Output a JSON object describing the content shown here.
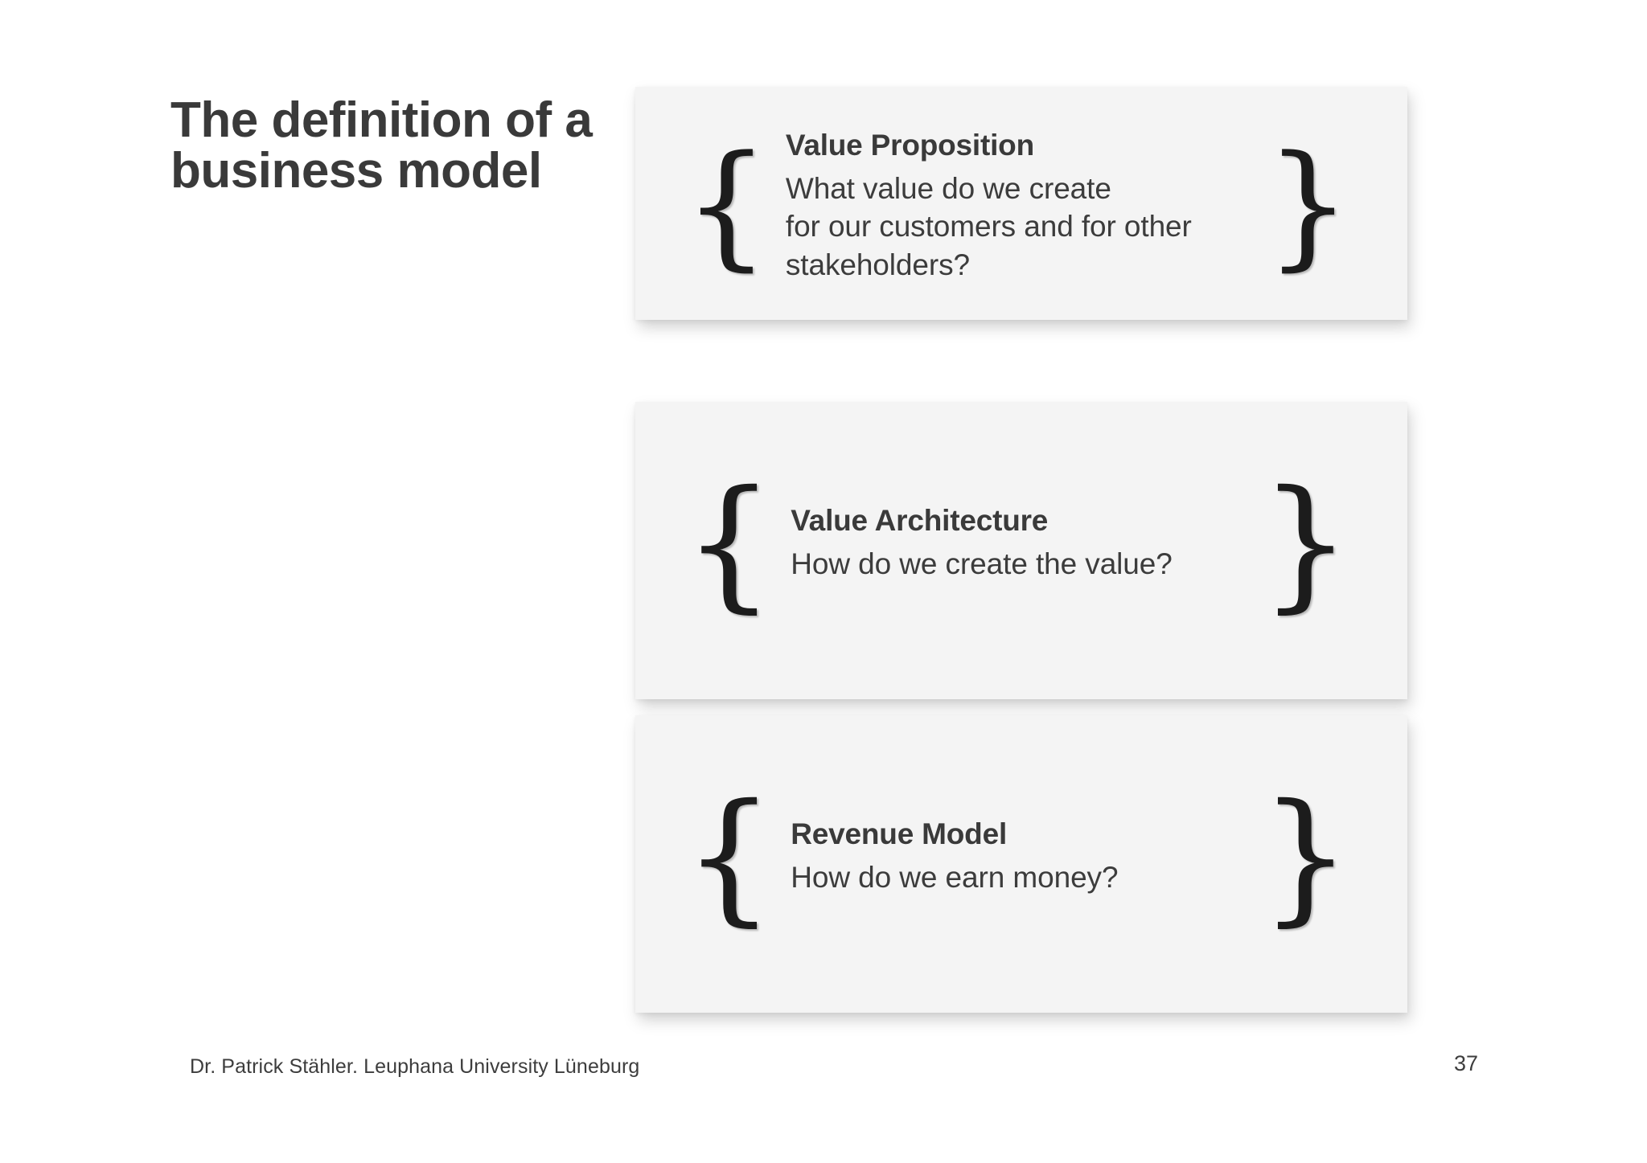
{
  "slide": {
    "title": "The definition of a\nbusiness model",
    "title_color": "#3a3a3a",
    "background_color": "#ffffff",
    "card_color": "#f4f4f4",
    "brace_color": "#1c1c1c"
  },
  "cards": [
    {
      "id": "value-proposition",
      "heading": "Value Proposition",
      "body": "What value do we create\nfor our customers and for other\nstakeholders?",
      "brace_open": "{",
      "brace_close": "}"
    },
    {
      "id": "value-architecture",
      "heading": "Value Architecture",
      "body": "How do we create the value?",
      "brace_open": "{",
      "brace_close": "}"
    },
    {
      "id": "revenue-model",
      "heading": "Revenue Model",
      "body": "How do we earn money?",
      "brace_open": "{",
      "brace_close": "}"
    }
  ],
  "footer": {
    "credit": "Dr. Patrick Stähler. Leuphana University Lüneburg",
    "page_number": "37"
  }
}
